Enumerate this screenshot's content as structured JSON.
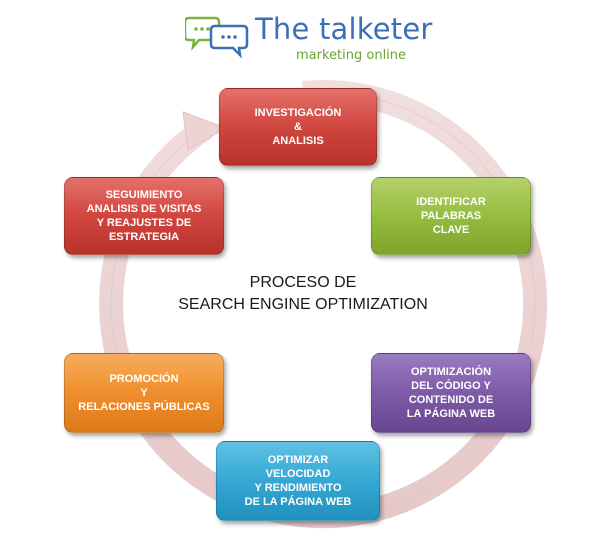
{
  "logo": {
    "title": "The talketer",
    "subtitle": "marketing online",
    "icon": "speech-bubbles-icon",
    "colors": {
      "title": "#3b6fb6",
      "subtitle": "#6aa431",
      "bubble_green": "#7fb241",
      "bubble_blue": "#3b6fb6"
    }
  },
  "center": {
    "label": "PROCESO DE\nSEARCH ENGINE OPTIMIZATION"
  },
  "ring": {
    "color": "#eed6d6"
  },
  "steps": [
    {
      "label": "INVESTIGACIÓN\n&\nANALISIS",
      "color": "#d0463f"
    },
    {
      "label": "IDENTIFICAR\nPALABRAS\nCLAVE",
      "color": "#96bd3e"
    },
    {
      "label": "OPTIMIZACIÓN\nDEL CÓDIGO Y\nCONTENIDO DE\nLA PÁGINA WEB",
      "color": "#7e5aa8"
    },
    {
      "label": "OPTIMIZAR\nVELOCIDAD\nY RENDIMIENTO\nDE LA PÁGINA WEB",
      "color": "#34a8d4"
    },
    {
      "label": "PROMOCIÓN\nY\nRELACIONES PÚBLICAS",
      "color": "#f08e2d"
    },
    {
      "label": "SEGUIMIENTO\nANALISIS DE VISITAS\nY REAJUSTES DE\nESTRATEGIA",
      "color": "#d0463f"
    }
  ]
}
